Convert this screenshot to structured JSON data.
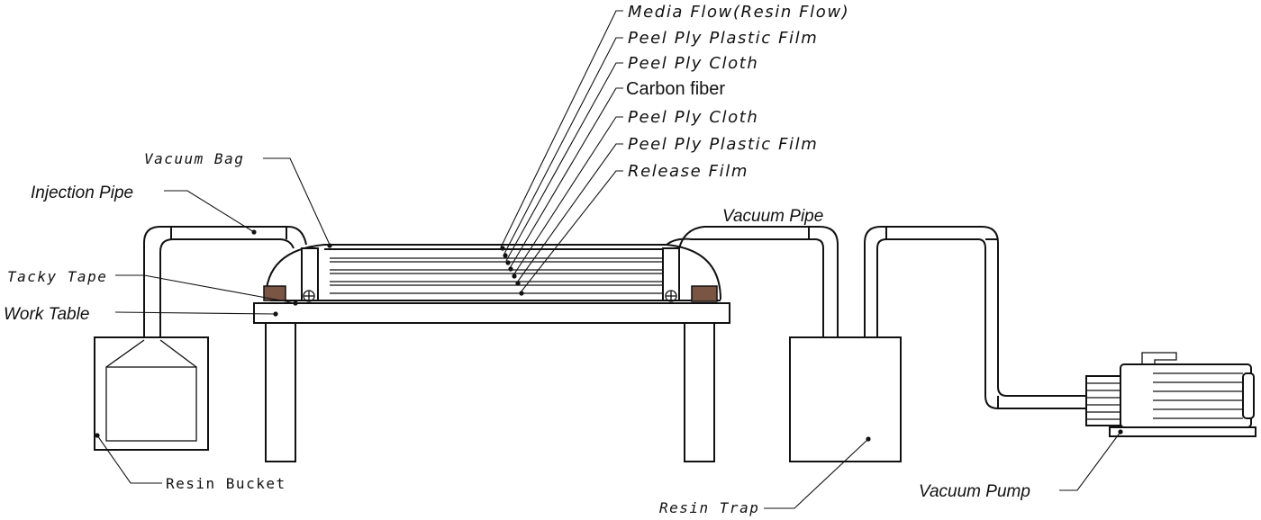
{
  "labels": {
    "media_flow": "Media Flow(Resin Flow)",
    "peel_ply_plastic_film_top": "Peel Ply Plastic Film",
    "peel_ply_cloth_top": "Peel Ply Cloth",
    "carbon_fiber": "Carbon fiber",
    "peel_ply_cloth_bottom": "Peel Ply Cloth",
    "peel_ply_plastic_film_bottom": "Peel Ply Plastic Film",
    "release_film": "Release Film",
    "vacuum_bag": "Vacuum Bag",
    "injection_pipe": "Injection Pipe",
    "vacuum_pipe": "Vacuum Pipe",
    "tacky_tape": "Tacky Tape",
    "work_table": "Work Table",
    "resin_bucket": "Resin Bucket",
    "resin_trap": "Resin Trap",
    "vacuum_pump": "Vacuum Pump"
  },
  "colors": {
    "line": "#111111",
    "tacky_tape": "#7a5544",
    "background": "#ffffff"
  }
}
